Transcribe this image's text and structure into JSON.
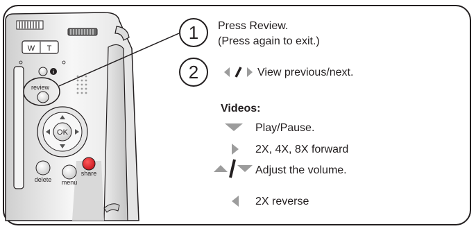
{
  "camera": {
    "zoom_w": "W",
    "zoom_t": "T",
    "review_label": "review",
    "ok_label": "OK",
    "delete_label": "delete",
    "menu_label": "menu",
    "share_label": "share"
  },
  "steps": [
    {
      "number": "1",
      "lines": [
        "Press Review.",
        "(Press again to exit.)"
      ]
    },
    {
      "number": "2",
      "text": "View previous/next."
    }
  ],
  "videos": {
    "heading": "Videos:",
    "items": [
      {
        "icon": "down-triangle-icon",
        "text": "Play/Pause."
      },
      {
        "icon": "right-triangle-icon",
        "text": "2X, 4X, 8X forward"
      },
      {
        "icon": "up-down-triangle-icon",
        "text": "Adjust the volume."
      },
      {
        "icon": "left-triangle-icon",
        "text": "2X reverse"
      }
    ]
  },
  "colors": {
    "ink": "#231f20",
    "icon_gray": "#9c9c9c",
    "share_red": "#e0202a"
  }
}
